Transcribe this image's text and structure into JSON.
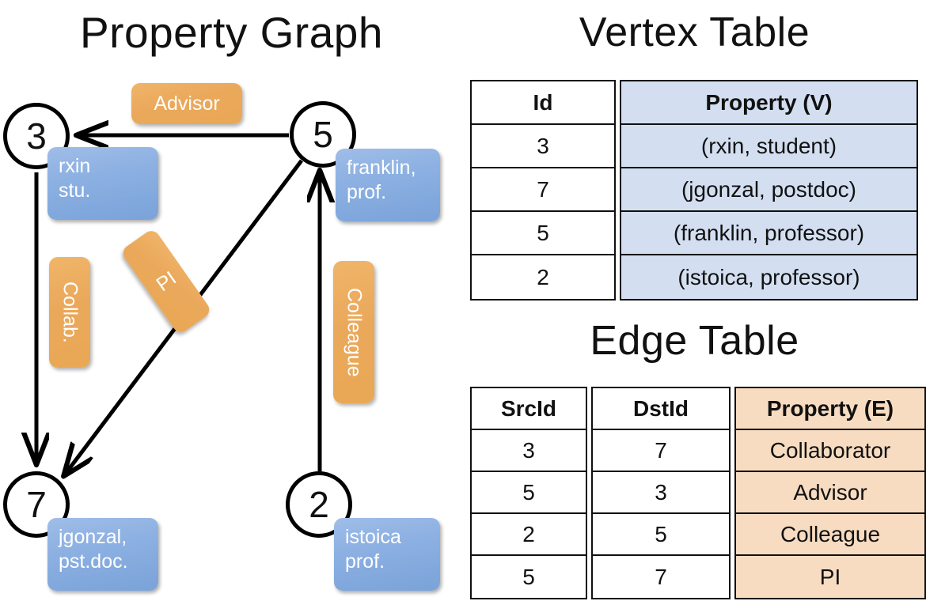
{
  "titles": {
    "property_graph": "Property Graph",
    "vertex_table": "Vertex Table",
    "edge_table": "Edge Table"
  },
  "colors": {
    "vertex_property_fill": "#d3dff1",
    "edge_property_fill": "#f7dcc1",
    "node_box_blue": "#8cb0e2",
    "edge_label_orange": "#eaa85b",
    "stroke": "#101010",
    "background": "#ffffff"
  },
  "graph": {
    "nodes": [
      {
        "id": "3",
        "prop_line1": "rxin",
        "prop_line2": "stu."
      },
      {
        "id": "5",
        "prop_line1": "franklin,",
        "prop_line2": "prof."
      },
      {
        "id": "7",
        "prop_line1": "jgonzal,",
        "prop_line2": "pst.doc."
      },
      {
        "id": "2",
        "prop_line1": "istoica",
        "prop_line2": "prof."
      }
    ],
    "edge_labels": [
      {
        "key": "advisor",
        "text": "Advisor"
      },
      {
        "key": "collab",
        "text": "Collab."
      },
      {
        "key": "pi",
        "text": "PI"
      },
      {
        "key": "colleague",
        "text": "Colleague"
      }
    ],
    "edges": [
      {
        "from": "5",
        "to": "3",
        "label": "Advisor"
      },
      {
        "from": "3",
        "to": "7",
        "label": "Collab."
      },
      {
        "from": "5",
        "to": "7",
        "label": "PI"
      },
      {
        "from": "2",
        "to": "5",
        "label": "Colleague"
      }
    ]
  },
  "vertex_table": {
    "headers": [
      "Id",
      "Property (V)"
    ],
    "rows": [
      {
        "id": "3",
        "property": "(rxin, student)"
      },
      {
        "id": "7",
        "property": "(jgonzal, postdoc)"
      },
      {
        "id": "5",
        "property": "(franklin, professor)"
      },
      {
        "id": "2",
        "property": "(istoica, professor)"
      }
    ]
  },
  "edge_table": {
    "headers": [
      "SrcId",
      "DstId",
      "Property (E)"
    ],
    "rows": [
      {
        "src": "3",
        "dst": "7",
        "property": "Collaborator"
      },
      {
        "src": "5",
        "dst": "3",
        "property": "Advisor"
      },
      {
        "src": "2",
        "dst": "5",
        "property": "Colleague"
      },
      {
        "src": "5",
        "dst": "7",
        "property": "PI"
      }
    ]
  }
}
